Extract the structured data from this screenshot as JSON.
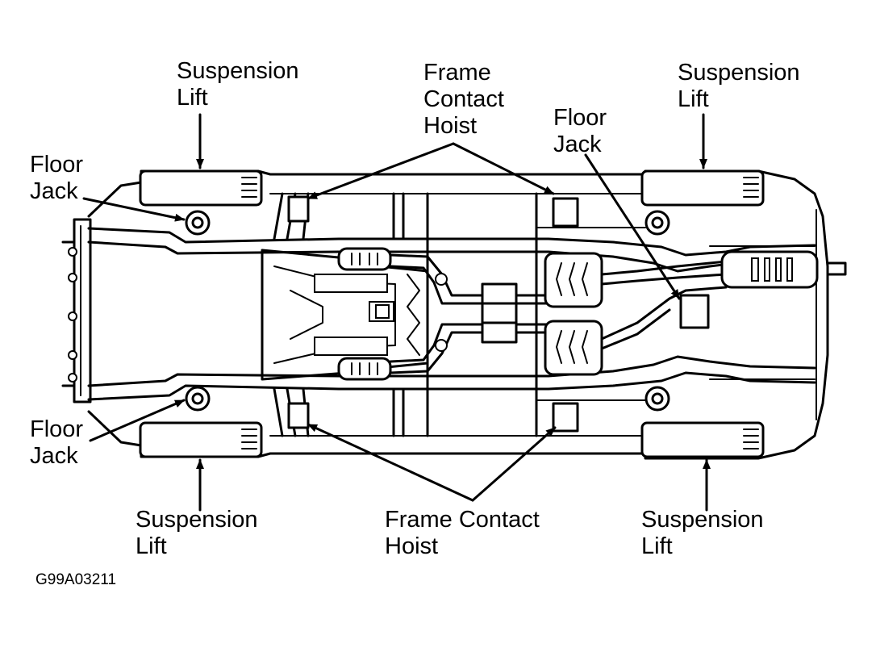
{
  "labels": {
    "suspension_lift_tl": "Suspension\nLift",
    "frame_contact_hoist_top": "Frame\nContact\nHoist",
    "suspension_lift_tr": "Suspension\nLift",
    "floor_jack_tl": "Floor\nJack",
    "floor_jack_mid": "Floor\nJack",
    "floor_jack_bl": "Floor\nJack",
    "suspension_lift_bl": "Suspension\nLift",
    "frame_contact_hoist_bottom": "Frame Contact\nHoist",
    "suspension_lift_br": "Suspension\nLift"
  },
  "figure_code": "G99A03211"
}
